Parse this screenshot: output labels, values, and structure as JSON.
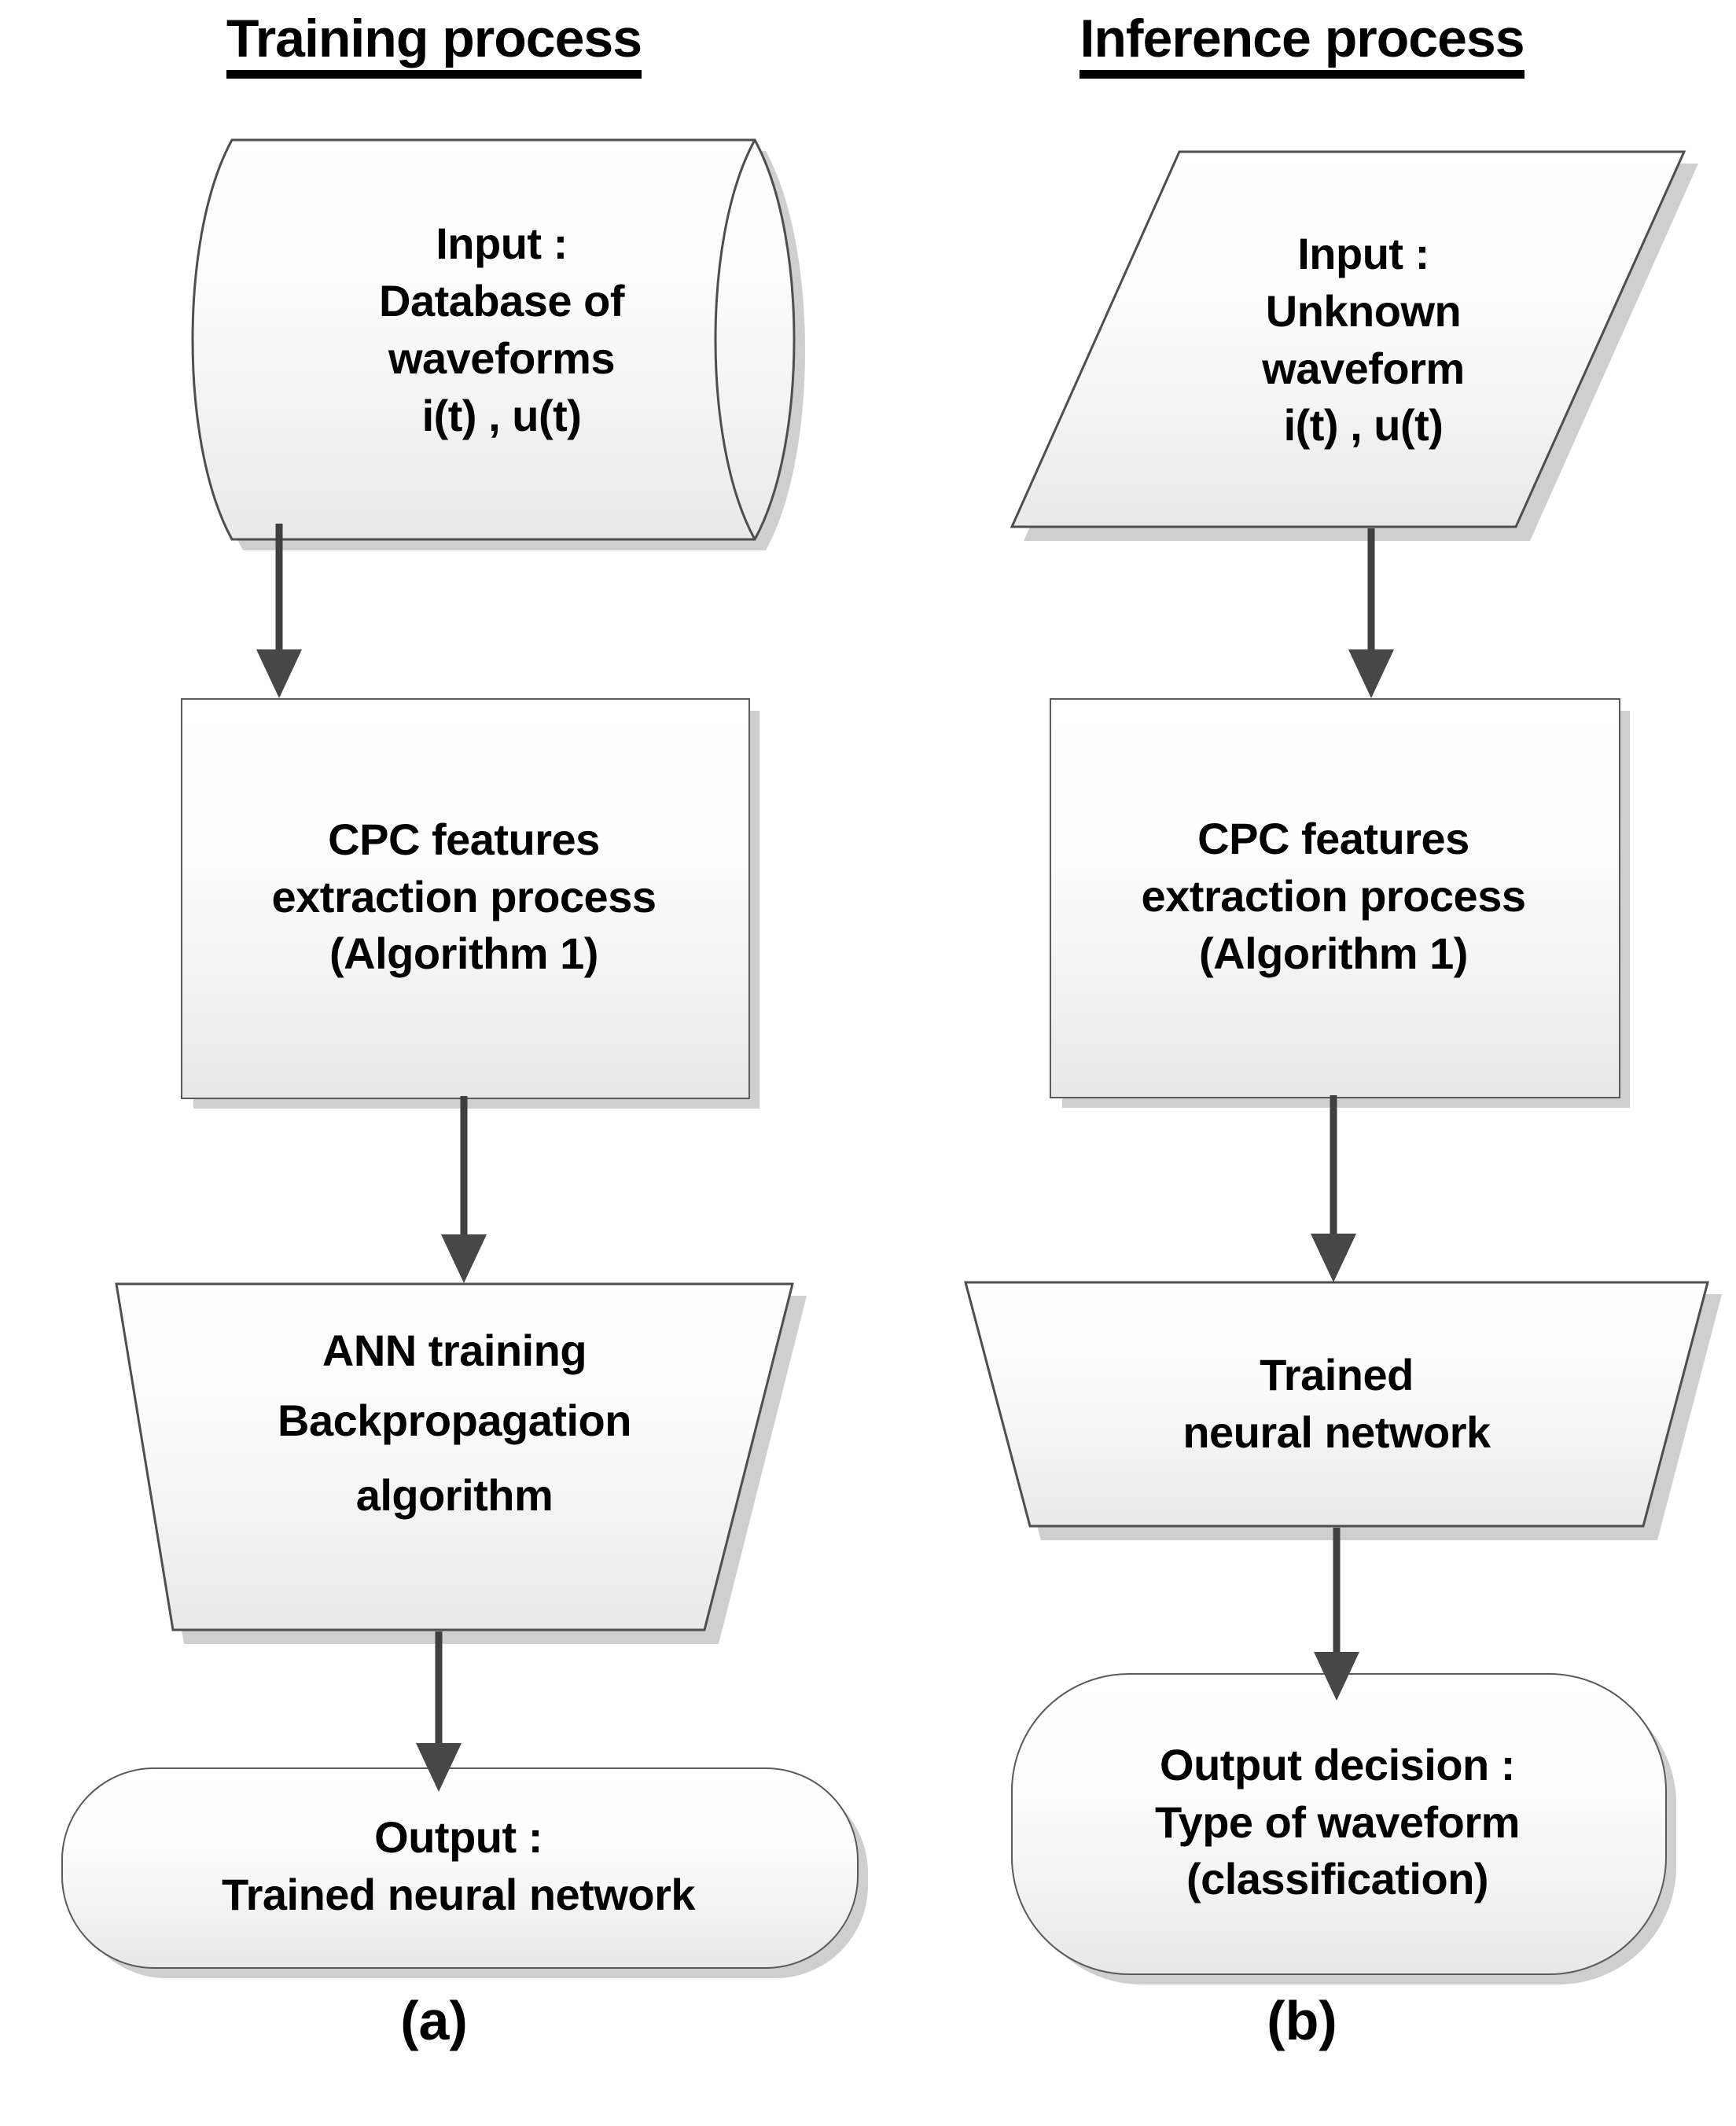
{
  "figure": {
    "panels": [
      {
        "id": "a",
        "title": "Training process",
        "caption": "(a)",
        "nodes": [
          {
            "name": "input-database",
            "shape": "cylinder",
            "lines": [
              "Input :",
              "Database of",
              "waveforms",
              "i(t) , u(t)"
            ]
          },
          {
            "name": "cpc-feature-extraction",
            "shape": "rectangle",
            "lines": [
              "CPC features",
              "extraction process",
              "(Algorithm 1)"
            ]
          },
          {
            "name": "ann-training",
            "shape": "trapezoid",
            "lines": [
              "ANN training",
              "Backpropagation",
              "algorithm"
            ]
          },
          {
            "name": "output-trained-network",
            "shape": "rounded-rectangle",
            "lines": [
              "Output :",
              "Trained neural network"
            ]
          }
        ]
      },
      {
        "id": "b",
        "title": "Inference process",
        "caption": "(b)",
        "nodes": [
          {
            "name": "input-unknown-waveform",
            "shape": "parallelogram",
            "lines": [
              "Input :",
              "Unknown",
              "waveform",
              "i(t) , u(t)"
            ]
          },
          {
            "name": "cpc-feature-extraction",
            "shape": "rectangle",
            "lines": [
              "CPC features",
              "extraction process",
              "(Algorithm 1)"
            ]
          },
          {
            "name": "trained-neural-network",
            "shape": "trapezoid",
            "lines": [
              "Trained",
              "neural network"
            ]
          },
          {
            "name": "output-decision",
            "shape": "rounded-rectangle",
            "lines": [
              "Output decision :",
              "Type of waveform",
              "(classification)"
            ]
          }
        ]
      }
    ],
    "connectors": [
      {
        "name": "arrow-a-1",
        "from": "input-database",
        "to": "cpc-feature-extraction"
      },
      {
        "name": "arrow-a-2",
        "from": "cpc-feature-extraction",
        "to": "ann-training"
      },
      {
        "name": "arrow-a-3",
        "from": "ann-training",
        "to": "output-trained-network"
      },
      {
        "name": "arrow-b-1",
        "from": "input-unknown-waveform",
        "to": "cpc-feature-extraction"
      },
      {
        "name": "arrow-b-2",
        "from": "cpc-feature-extraction",
        "to": "trained-neural-network"
      },
      {
        "name": "arrow-b-3",
        "from": "trained-neural-network",
        "to": "output-decision"
      }
    ],
    "colors": {
      "background": "#ffffff",
      "text": "#000000",
      "shape_stroke": "#5a5a5a",
      "shape_fill_top": "#ffffff",
      "shape_fill_bottom": "#e8e8e8",
      "shadow": "#cfcfcf",
      "arrow": "#474747"
    }
  }
}
